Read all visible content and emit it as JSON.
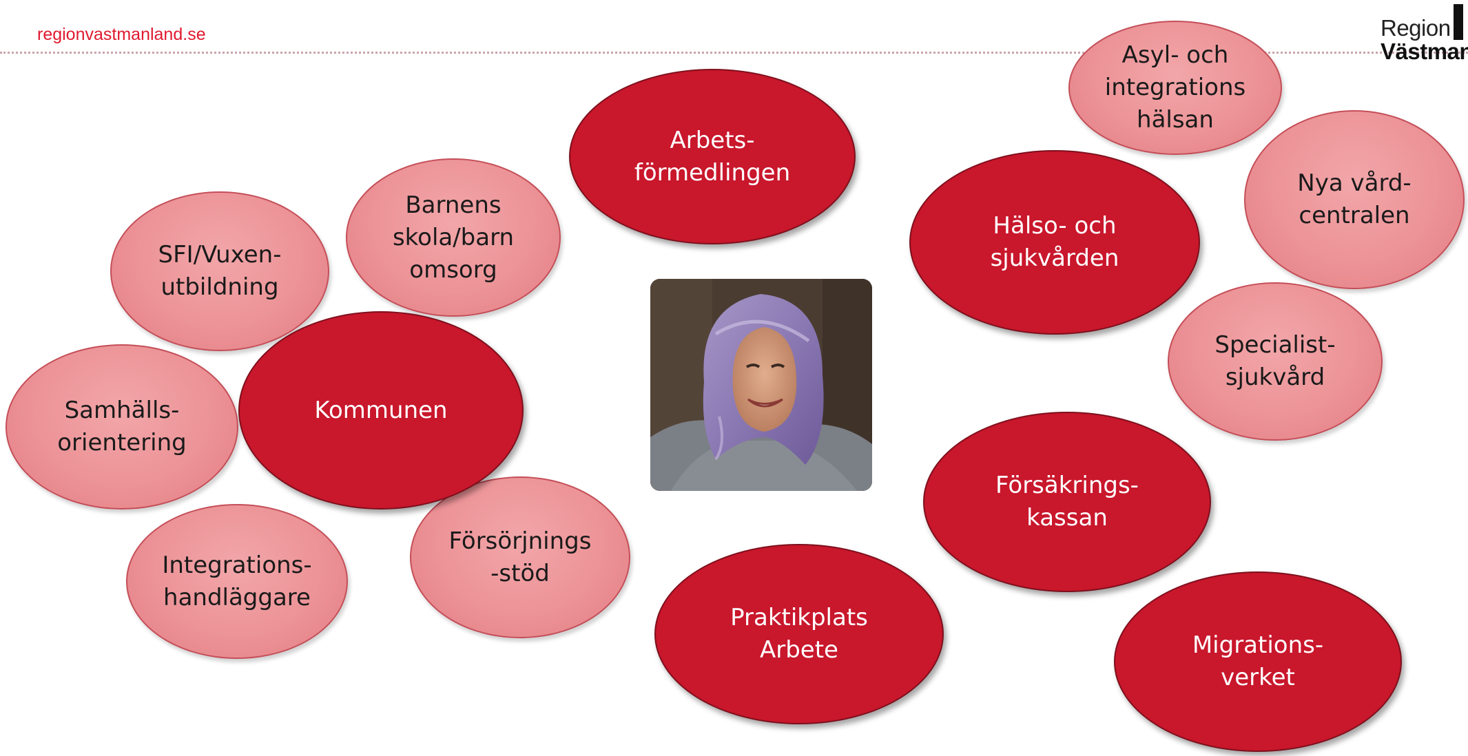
{
  "header": {
    "site_url": "regionvastmanland.se",
    "logo_line1": "Region",
    "logo_line2": "Västmanland"
  },
  "diagram": {
    "center_image": "person-photo",
    "bubbles": [
      {
        "id": "arbetsformedlingen",
        "label": "Arbets-\nförmedlingen",
        "style": "dark"
      },
      {
        "id": "asyl",
        "label": "Asyl- och\nintegrations\nhälsan",
        "style": "light"
      },
      {
        "id": "nya-vardcentralen",
        "label": "Nya vård-\ncentralen",
        "style": "light"
      },
      {
        "id": "halso-sjukvarden",
        "label": "Hälso- och\nsjukvården",
        "style": "dark"
      },
      {
        "id": "specialistsjukvard",
        "label": "Specialist-\nsjukvård",
        "style": "light"
      },
      {
        "id": "forsakringskassan",
        "label": "Försäkrings-\nkassan",
        "style": "dark"
      },
      {
        "id": "migrationsverket",
        "label": "Migrations-\nverket",
        "style": "dark"
      },
      {
        "id": "praktikplats",
        "label": "Praktikplats\nArbete",
        "style": "dark"
      },
      {
        "id": "barnens-skola",
        "label": "Barnens\nskola/barn\nomsorg",
        "style": "light"
      },
      {
        "id": "sfi",
        "label": "SFI/Vuxen-\nutbildning",
        "style": "light"
      },
      {
        "id": "samhallsorientering",
        "label": "Samhälls-\norientering",
        "style": "light"
      },
      {
        "id": "kommunen",
        "label": "Kommunen",
        "style": "dark"
      },
      {
        "id": "integrationshandlaggare",
        "label": "Integrations-\nhandläggare",
        "style": "light"
      },
      {
        "id": "forsorjningsstod",
        "label": "Försörjnings\n-stöd",
        "style": "light"
      }
    ]
  }
}
